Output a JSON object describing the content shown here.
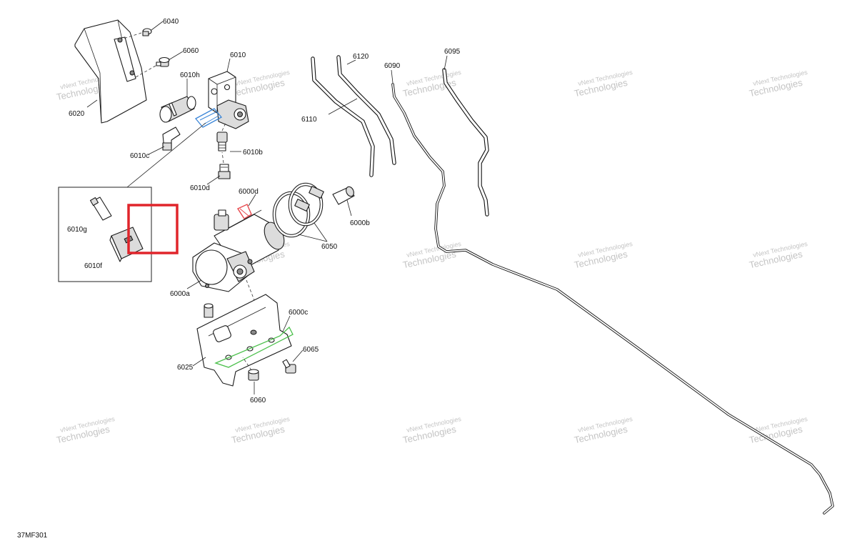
{
  "diagram": {
    "figure_code": "37MF301",
    "watermark": {
      "line1": "vNext",
      "line2": "Technologies",
      "repeat_label": "vNext Technologies"
    },
    "labels": {
      "p6040": "6040",
      "p6060_top": "6060",
      "p6010": "6010",
      "p6010h": "6010h",
      "p6020": "6020",
      "p6010c": "6010c",
      "p6010b": "6010b",
      "p6010d": "6010d",
      "p6110": "6110",
      "p6120": "6120",
      "p6090": "6090",
      "p6095": "6095",
      "p6000d": "6000d",
      "p6000b": "6000b",
      "p6050": "6050",
      "p6010g": "6010g",
      "p6010f": "6010f",
      "p6000a": "6000a",
      "p6000c": "6000c",
      "p6065": "6065",
      "p6025": "6025",
      "p6060_bottom": "6060"
    },
    "colors": {
      "highlight_box": "#e0252b",
      "highlight_red_part": "#e8484d",
      "highlight_blue_part": "#3b86d8",
      "highlight_green_part": "#4cc04c",
      "watermark": "#c4c4c4",
      "line_art": "#1a1a1a"
    }
  }
}
